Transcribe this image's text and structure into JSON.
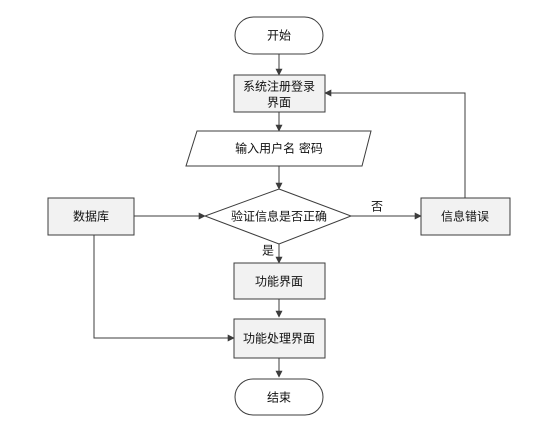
{
  "diagram": {
    "colors": {
      "stroke": "#3c3c3c",
      "box_fill": "#f2f2f2",
      "background": "#ffffff",
      "text": "#111111"
    },
    "nodes": {
      "start": {
        "label": "开始",
        "shape": "terminal"
      },
      "register_login": {
        "line1": "系统注册登录",
        "line2": "界面",
        "shape": "process"
      },
      "input_credentials": {
        "label": "输入用户名 密码",
        "shape": "input-output"
      },
      "verify_info": {
        "label": "验证信息是否正确",
        "shape": "decision"
      },
      "database": {
        "label": "数据库",
        "shape": "process"
      },
      "info_error": {
        "label": "信息错误",
        "shape": "process"
      },
      "function_ui": {
        "label": "功能界面",
        "shape": "process"
      },
      "function_process_ui": {
        "label": "功能处理界面",
        "shape": "process"
      },
      "end": {
        "label": "结束",
        "shape": "terminal"
      }
    },
    "edge_labels": {
      "yes": "是",
      "no": "否"
    }
  }
}
